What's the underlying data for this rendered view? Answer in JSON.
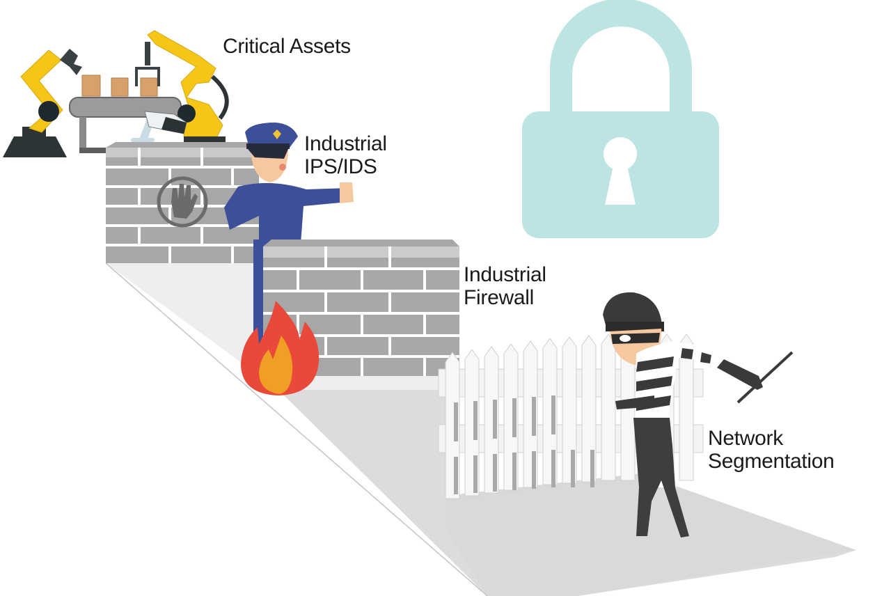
{
  "diagram": {
    "type": "defense-in-depth illustration",
    "layers": [
      {
        "id": "critical-assets",
        "label_lines": [
          "Critical Assets"
        ],
        "depicts": "robotic arms and conveyor with boxes, security camera"
      },
      {
        "id": "ips-ids",
        "label_lines": [
          "Industrial",
          "IPS/IDS"
        ],
        "depicts": "police officer with raised stop hand behind brick wall with hand-stop sign"
      },
      {
        "id": "firewall",
        "label_lines": [
          "Industrial",
          "Firewall"
        ],
        "depicts": "brick wall with flame"
      },
      {
        "id": "segmentation",
        "label_lines": [
          "Network",
          "Segmentation"
        ],
        "depicts": "white picket fence with burglar holding crowbar"
      }
    ],
    "lock_icon": "padlock",
    "colors": {
      "lock": "#bce4e2",
      "brick": "#a9a9a9",
      "mortar": "#ffffff",
      "floor_light": "#ececec",
      "floor_dark": "#dadada",
      "robot_yellow": "#f5c518",
      "police_blue": "#3e4f9a",
      "flame_red": "#e8493a",
      "flame_orange": "#ef9f24",
      "burglar_dark": "#3a3a3a",
      "text": "#1a1a1a"
    }
  }
}
